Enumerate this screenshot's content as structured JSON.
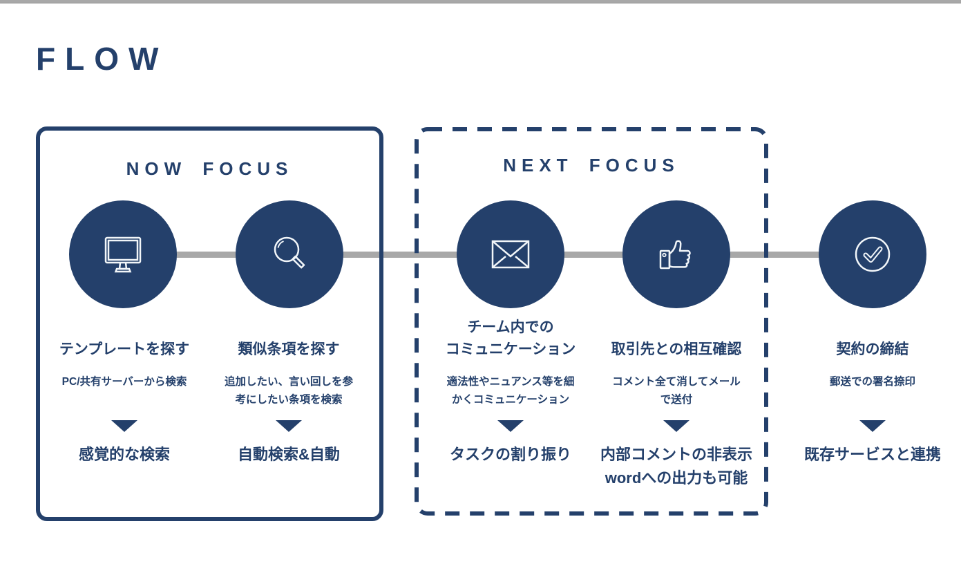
{
  "title": "FLOW",
  "colors": {
    "navy": "#24406b",
    "line_gray": "#a8a8a8",
    "icon_stroke": "#f2f6f9",
    "background": "#ffffff"
  },
  "groups": {
    "now": {
      "label": "NOW FOCUS"
    },
    "next": {
      "label": "NEXT FOCUS"
    }
  },
  "steps": [
    {
      "icon": "monitor-icon",
      "title": "テンプレートを探す",
      "description": "PC/共有サーバーから検索",
      "result": "感覚的な検索"
    },
    {
      "icon": "magnifier-icon",
      "title": "類似条項を探す",
      "description": "追加したい、言い回しを参\n考にしたい条項を検索",
      "result": "自動検索&自動"
    },
    {
      "icon": "envelope-icon",
      "title": "チーム内での\nコミュニケーション",
      "description": "適法性やニュアンス等を細\nかくコミュニケーション",
      "result": "タスクの割り振り"
    },
    {
      "icon": "thumbs-up-icon",
      "title": "取引先との相互確認",
      "description": "コメント全て消してメール\nで送付",
      "result": "内部コメントの非表示\nwordへの出力も可能"
    },
    {
      "icon": "check-icon",
      "title": "契約の締結",
      "description": "郵送での署名捺印",
      "result": "既存サービスと連携"
    }
  ]
}
